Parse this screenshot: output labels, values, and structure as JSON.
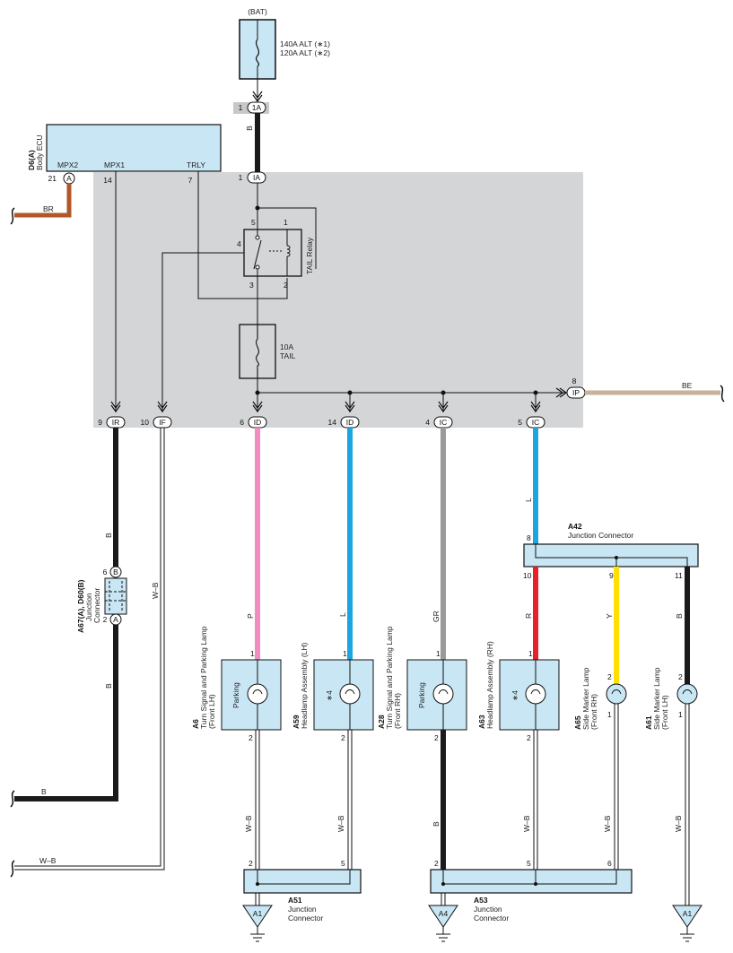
{
  "source": {
    "label": "(BAT)",
    "fuse_main_1": "140A ALT (∗1)",
    "fuse_main_2": "120A ALT (∗2)"
  },
  "body_ecu": {
    "code": "D6(A)",
    "name": "Body ECU",
    "term_mpx2": "MPX2",
    "term_mpx1": "MPX1",
    "term_trly": "TRLY",
    "pin_mpx2": "21",
    "pin_mpx1": "14",
    "pin_trly": "7",
    "conn_letter": "A"
  },
  "relay": {
    "name": "TAIL Relay",
    "pin_5": "5",
    "pin_1": "1",
    "pin_4": "4",
    "pin_3": "3",
    "pin_2": "2"
  },
  "tail_fuse": {
    "rating": "10A",
    "name": "TAIL"
  },
  "connectors": {
    "c1a_top": {
      "pin": "1",
      "id": "1A"
    },
    "c1a": {
      "pin": "1",
      "id": "IA"
    },
    "ir": {
      "pin": "9",
      "id": "IR"
    },
    "if": {
      "pin": "10",
      "id": "IF"
    },
    "id6": {
      "pin": "6",
      "id": "ID"
    },
    "id14": {
      "pin": "14",
      "id": "ID"
    },
    "ic4": {
      "pin": "4",
      "id": "IC"
    },
    "ic5": {
      "pin": "5",
      "id": "IC"
    },
    "ip8": {
      "pin": "8",
      "id": "IP"
    }
  },
  "wire_colors": {
    "br": "BR",
    "b": "B",
    "wb": "W–B",
    "be": "BE",
    "p": "P",
    "l": "L",
    "gr": "GR",
    "r": "R",
    "y": "Y"
  },
  "junction_a67": {
    "code": "A67(A), D60(B)",
    "name_1": "Junction",
    "name_2": "Connector",
    "pin_top": "6",
    "letter_top": "B",
    "pin_bot": "2",
    "letter_bot": "A"
  },
  "junction_a42": {
    "code": "A42",
    "name": "Junction Connector",
    "pin_8": "8",
    "pin_10": "10",
    "pin_9": "9",
    "pin_11": "11"
  },
  "junction_a51": {
    "code": "A51",
    "name_1": "Junction",
    "name_2": "Connector",
    "pin_2": "2",
    "pin_5": "5"
  },
  "junction_a53": {
    "code": "A53",
    "name_1": "Junction",
    "name_2": "Connector",
    "pin_2": "2",
    "pin_5": "5",
    "pin_6": "6"
  },
  "lamps": {
    "a6": {
      "code": "A6",
      "name_1": "Turn Signal and Parking Lamp",
      "name_2": "(Front LH)",
      "inner": "Parking",
      "pin_1": "1",
      "pin_2": "2"
    },
    "a59": {
      "code": "A59",
      "name_1": "Headlamp Assembly (LH)",
      "inner": "∗4",
      "pin_1": "1",
      "pin_2": "2"
    },
    "a28": {
      "code": "A28",
      "name_1": "Turn Signal and Parking Lamp",
      "name_2": "(Front RH)",
      "inner": "Parking",
      "pin_1": "1",
      "pin_2": "2"
    },
    "a63": {
      "code": "A63",
      "name_1": "Headlamp Assembly (RH)",
      "inner": "∗4",
      "pin_1": "1",
      "pin_2": "2"
    },
    "a65": {
      "code": "A65",
      "name_1": "Side Marker Lamp",
      "name_2": "(Front RH)",
      "pin_2": "2",
      "pin_1": "1"
    },
    "a61": {
      "code": "A61",
      "name_1": "Side Marker Lamp",
      "name_2": "(Front LH)",
      "pin_2": "2",
      "pin_1": "1"
    }
  },
  "grounds": {
    "g1": "A1",
    "g2": "A4",
    "g3": "A1"
  },
  "colors": {
    "pink": "#f08cbf",
    "blue": "#1ba6df",
    "gray": "#9a9a9a",
    "red": "#e8202a",
    "yellow": "#ffe000",
    "brown": "#b0582a",
    "beige": "#c8b29a",
    "black": "#1a1a1a",
    "shade": "#d4d5d7",
    "box": "#c9e6f4"
  }
}
